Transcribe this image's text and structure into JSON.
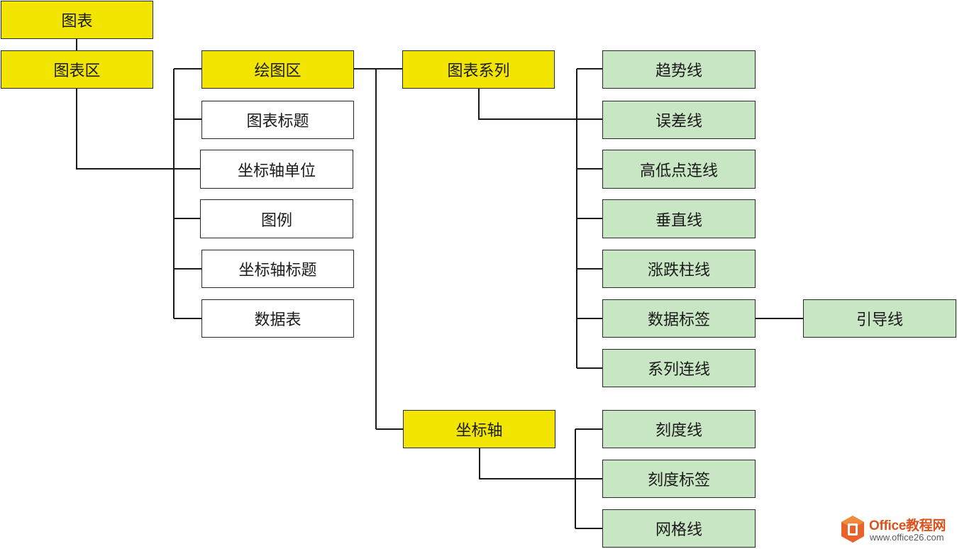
{
  "diagram": {
    "nodes": {
      "chart": "图表",
      "chart_area": "图表区",
      "plot_area": "绘图区",
      "chart_title": "图表标题",
      "axis_unit": "坐标轴单位",
      "legend": "图例",
      "axis_title": "坐标轴标题",
      "data_table": "数据表",
      "chart_series": "图表系列",
      "axis": "坐标轴",
      "trendline": "趋势线",
      "error_bars": "误差线",
      "hi_lo_lines": "高低点连线",
      "drop_lines": "垂直线",
      "up_down_bars": "涨跌柱线",
      "data_labels": "数据标签",
      "series_lines": "系列连线",
      "leader_lines": "引导线",
      "tick_marks": "刻度线",
      "tick_labels": "刻度标签",
      "gridlines": "网格线"
    },
    "colors": {
      "yellow": "#f2e600",
      "green": "#c9e6c4",
      "white": "#ffffff",
      "border": "#2a2a2a"
    }
  },
  "watermark": {
    "title": "Office教程网",
    "url": "www.office26.com",
    "icon": "office-logo-icon"
  }
}
